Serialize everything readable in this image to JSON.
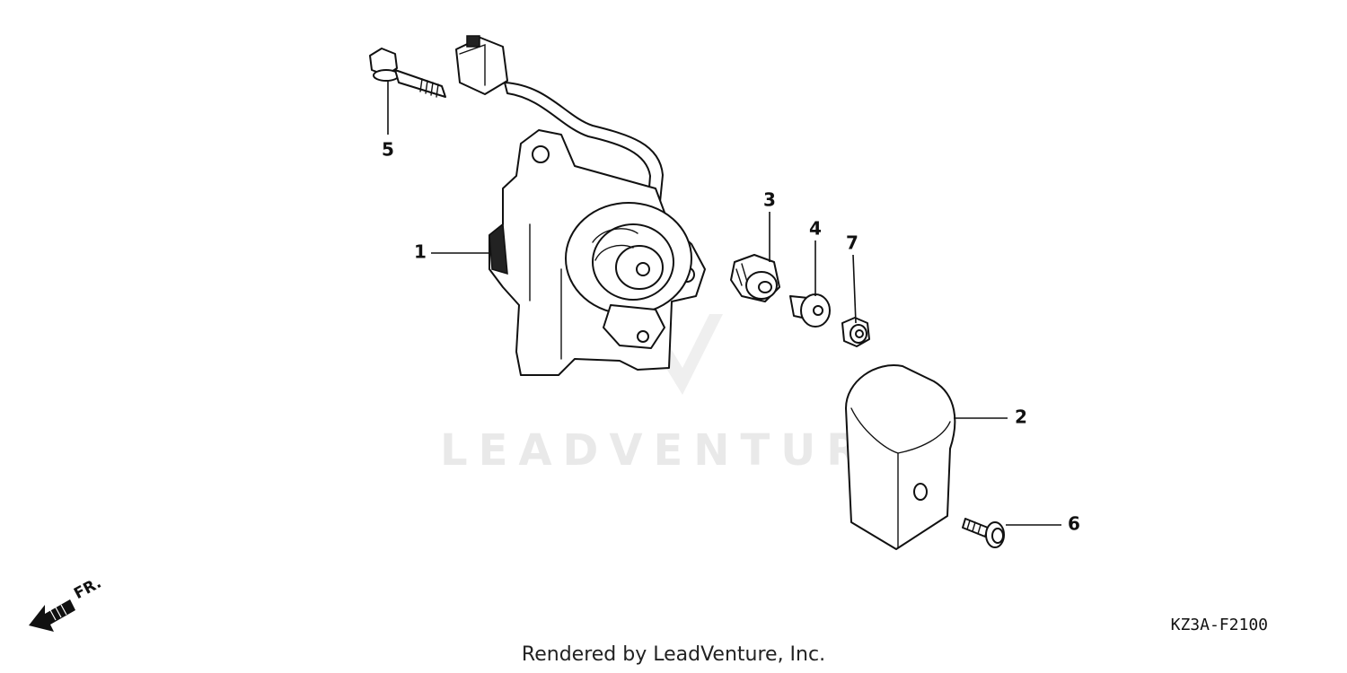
{
  "diagram": {
    "watermark": "LEADVENTURE",
    "diagram_code": "KZ3A-F2100",
    "footer": "Rendered by LeadVenture, Inc.",
    "direction_label": "FR.",
    "callouts": [
      {
        "id": "1",
        "label": "1"
      },
      {
        "id": "2",
        "label": "2"
      },
      {
        "id": "3",
        "label": "3"
      },
      {
        "id": "4",
        "label": "4"
      },
      {
        "id": "5",
        "label": "5"
      },
      {
        "id": "6",
        "label": "6"
      },
      {
        "id": "7",
        "label": "7"
      }
    ]
  }
}
